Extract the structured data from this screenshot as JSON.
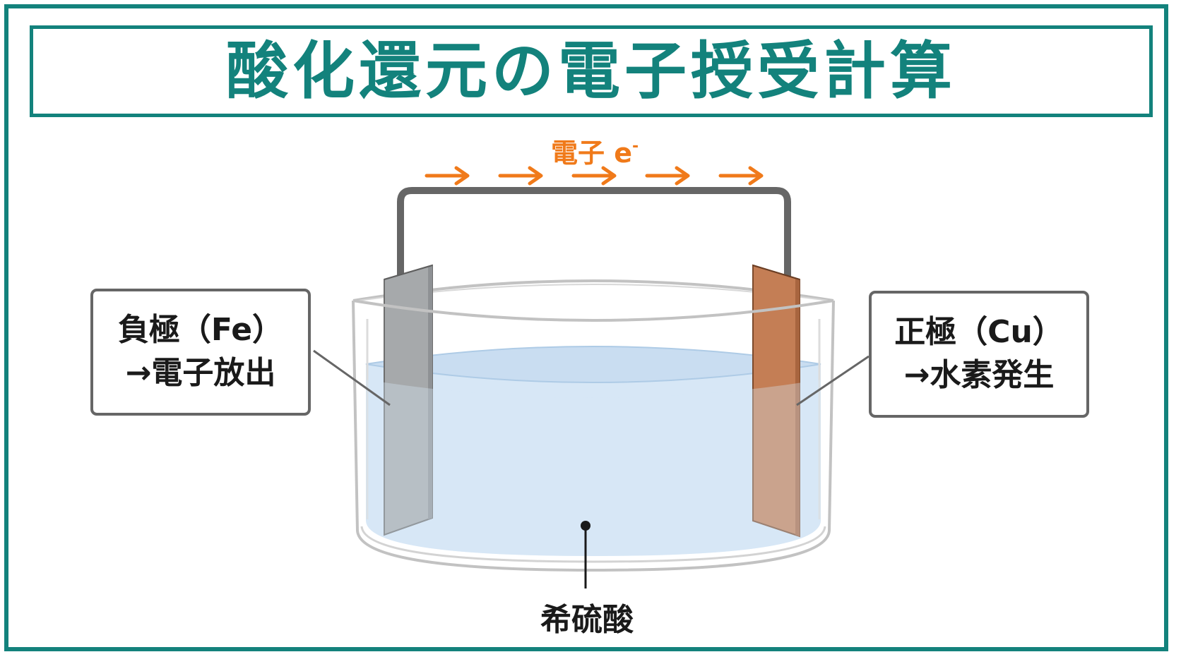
{
  "title": "酸化還元の電子授受計算",
  "electron_flow": {
    "label": "電子 e",
    "charge": "-",
    "arrow_count": 5
  },
  "negative_electrode": {
    "line1": "負極（Fe）",
    "line2": "→電子放出"
  },
  "positive_electrode": {
    "line1": "正極（Cu）",
    "line2": "→水素発生"
  },
  "solution": {
    "label": "希硫酸"
  },
  "colors": {
    "theme": "#13827c",
    "electron": "#f07a1a",
    "wire": "#666666",
    "iron": "#a6a9ab",
    "copper": "#c47e55",
    "solution": "#d7e7f6"
  }
}
